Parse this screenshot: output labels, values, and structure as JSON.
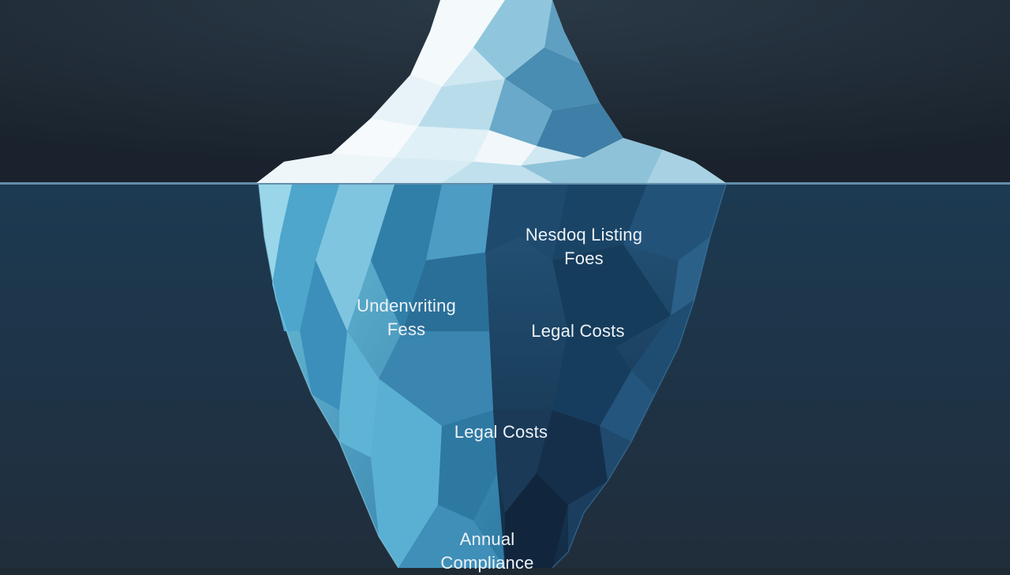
{
  "labels": {
    "nasdaq_listing_fees": [
      "Nesdoq Listing",
      "Foes"
    ],
    "underwriting_fees": [
      "Undenvriting",
      "Fess"
    ],
    "legal_costs_upper": "Legal Costs",
    "legal_costs_lower": "Legal Costs",
    "annual_compliance": [
      "Annual",
      "Compliance"
    ]
  },
  "colors": {
    "sky": "#1f2a35",
    "water_top": "#1c3a52",
    "water_bottom": "#202d3b",
    "waterline": "#6f9fc0",
    "ice_tip": "#f2f7fa",
    "ice_light": "#a9d8ea",
    "ice_mid": "#3f8fb7",
    "ice_dark": "#163a59",
    "label_text": "#eef3f7"
  }
}
